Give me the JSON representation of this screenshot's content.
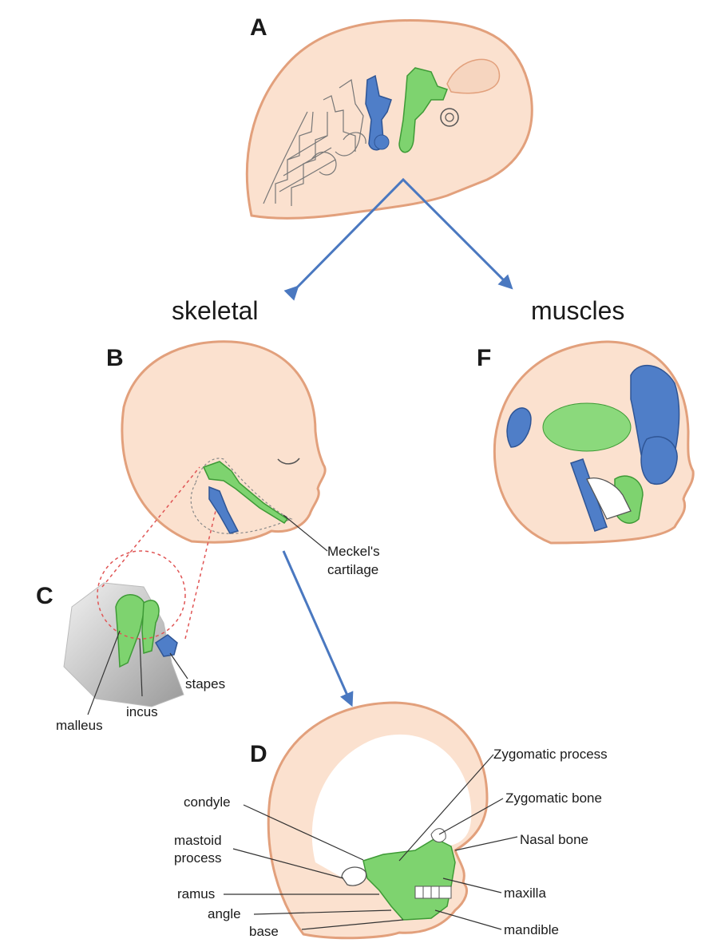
{
  "panels": {
    "a": "A",
    "b": "B",
    "c": "C",
    "d": "D",
    "f": "F"
  },
  "sections": {
    "skeletal": "skeletal",
    "muscles": "muscles"
  },
  "labels": {
    "meckels_line1": "Meckel's",
    "meckels_line2": "cartilage",
    "stapes": "stapes",
    "malleus": "malleus",
    "incus": "incus",
    "zygomatic_process": "Zygomatic process",
    "zygomatic_bone": "Zygomatic bone",
    "nasal_bone": "Nasal bone",
    "maxilla": "maxilla",
    "mandible": "mandible",
    "condyle": "condyle",
    "mastoid_line1": "mastoid",
    "mastoid_line2": "process",
    "ramus": "ramus",
    "angle": "angle",
    "base": "base"
  },
  "colors": {
    "first_arch": "#7ed36f",
    "second_arch": "#4f7ec8",
    "skin": "#fbe1cf",
    "arrow": "#4a78c0"
  }
}
